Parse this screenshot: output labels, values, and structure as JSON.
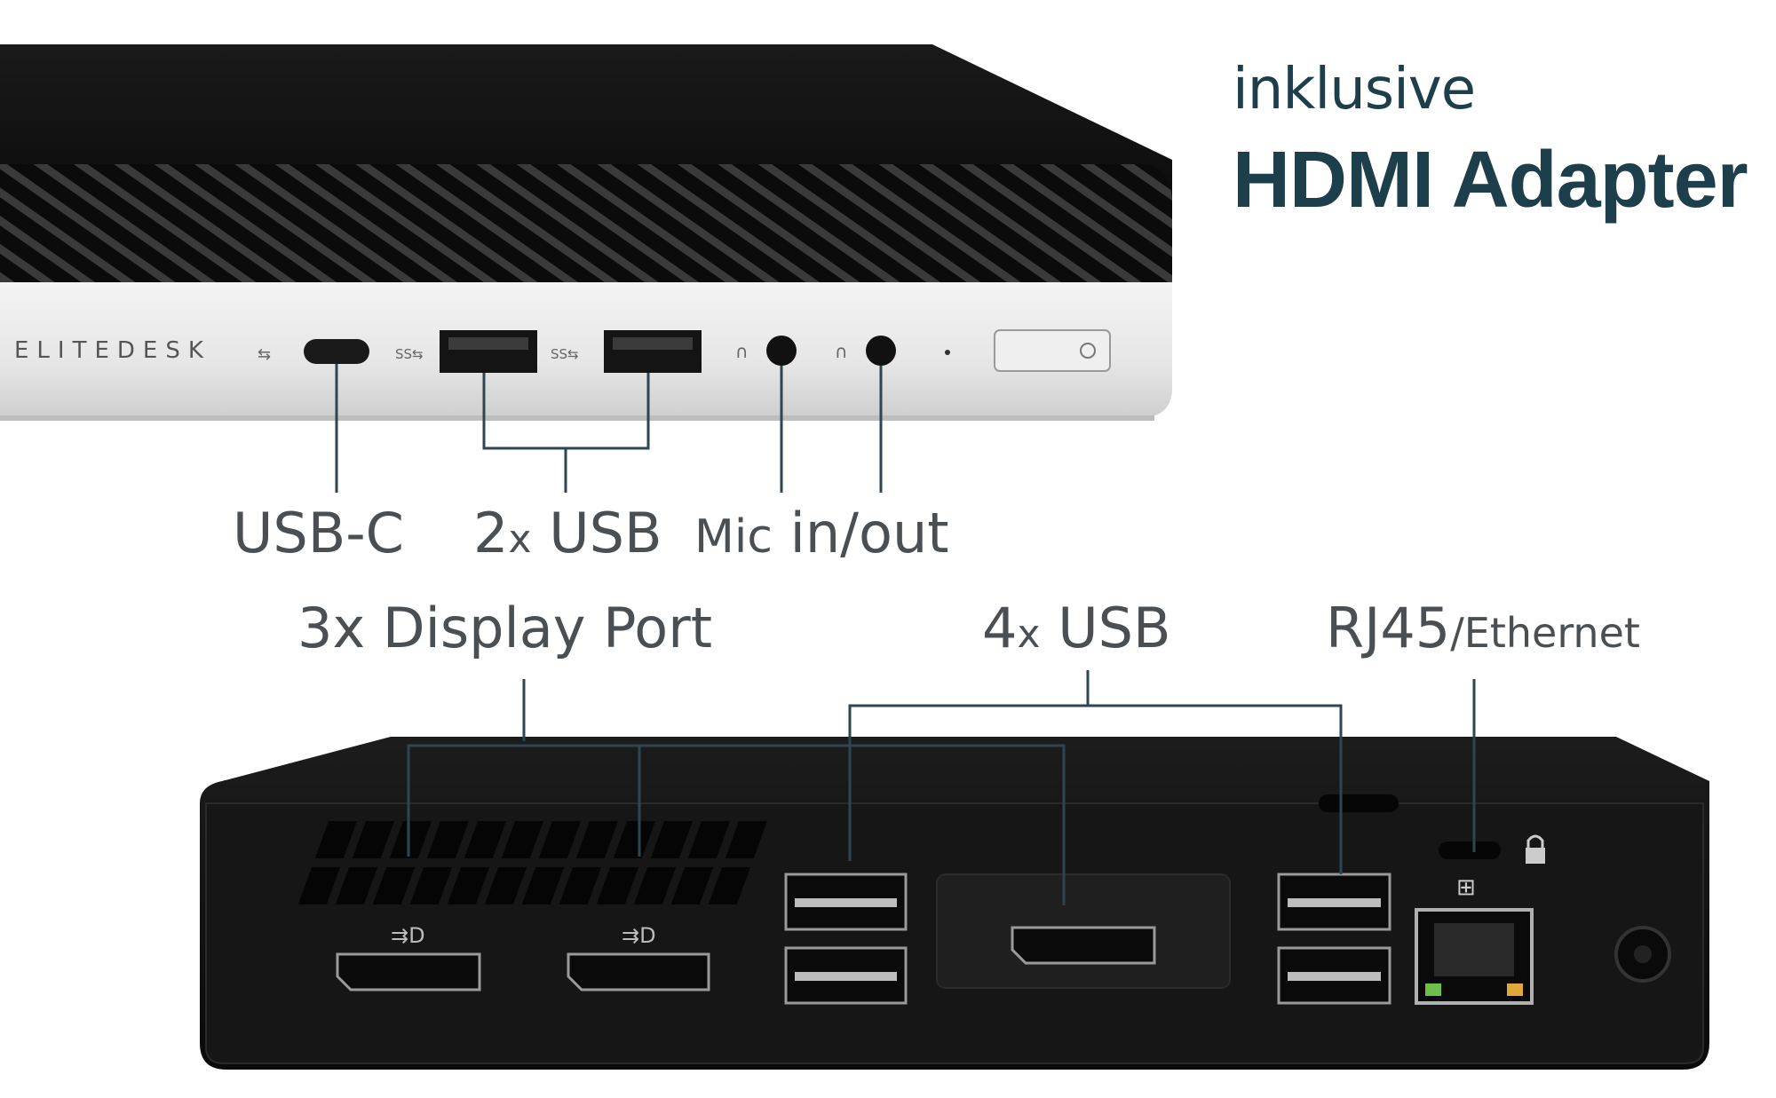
{
  "headline": {
    "line1": "inklusive",
    "line2": "HDMI Adapter"
  },
  "front_panel": {
    "brand": "ELITEDESK",
    "labels": {
      "usbc": "USB-C",
      "usb_front_count": "2",
      "usb_front_x": "x",
      "usb_front_text": " USB",
      "mic": "Mic",
      "inout": " in/out"
    }
  },
  "back_panel": {
    "labels": {
      "dp_text": "3x Display Port",
      "usb_back_count": "4",
      "usb_back_x": "x",
      "usb_back_text": " USB",
      "rj45": "RJ45",
      "ethernet": "/Ethernet"
    }
  },
  "colors": {
    "accent": "#1d3e4b",
    "label": "#4a4f54",
    "line": "#2d4650"
  }
}
